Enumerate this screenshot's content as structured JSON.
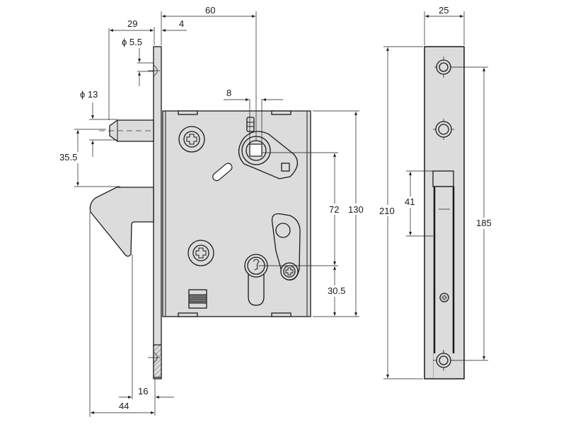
{
  "title": "Hook bolt sliding door lock - dimension drawing",
  "colors": {
    "part_fill": "#dcdcdc",
    "line": "#1a1a1a",
    "background": "#ffffff"
  },
  "dimensions": {
    "body_depth": "60",
    "faceplate_thickness": "4",
    "pin_offset": "29",
    "screw_hole_dia": "ϕ 5.5",
    "pin_dia": "ϕ 13",
    "hook_offset": "35.5",
    "spindle_offset": "8",
    "spindle_to_cylinder": "72",
    "body_height": "130",
    "cylinder_to_bottom": "30.5",
    "hook_projection": "44",
    "hook_throat": "16",
    "faceplate_width": "25",
    "faceplate_height": "210",
    "hook_window": "41",
    "screw_spacing": "185"
  }
}
